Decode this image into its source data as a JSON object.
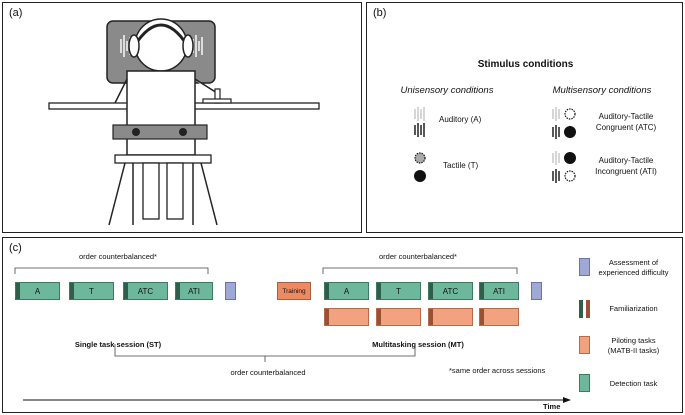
{
  "panel_a": {
    "label": "(a)"
  },
  "panel_b": {
    "label": "(b)",
    "title": "Stimulus conditions",
    "unisensory_header": "Unisensory conditions",
    "multisensory_header": "Multisensory  conditions",
    "conditions": {
      "auditory": "Auditory (A)",
      "tactile": "Tactile (T)",
      "atc_line1": "Auditory-Tactile",
      "atc_line2": "Congruent (ATC)",
      "ati_line1": "Auditory-Tactile",
      "ati_line2": "Incongruent (ATI)"
    }
  },
  "panel_c": {
    "label": "(c)",
    "order_st": "order counterbalanced*",
    "order_mt": "order counterbalanced*",
    "order_sessions": "order counterbalanced",
    "st_blocks": [
      "A",
      "T",
      "ATC",
      "ATI"
    ],
    "mt_blocks": [
      "A",
      "T",
      "ATC",
      "ATI"
    ],
    "training": "Training",
    "st_session": "Single task session (ST)",
    "mt_session": "Multitasking session (MT)",
    "same_order": "*same order across sessions",
    "time": "Time",
    "legend": {
      "assessment_1": "Assessment of",
      "assessment_2": "experienced difficulty",
      "familiarization": "Familiarization",
      "piloting_1": "Piloting tasks",
      "piloting_2": "(MATB-II tasks)",
      "detection": "Detection task"
    },
    "colors": {
      "detection": "#6db89c",
      "piloting": "#f2a27f",
      "assessment": "#9fa9d6",
      "training": "#ed8a62"
    }
  }
}
